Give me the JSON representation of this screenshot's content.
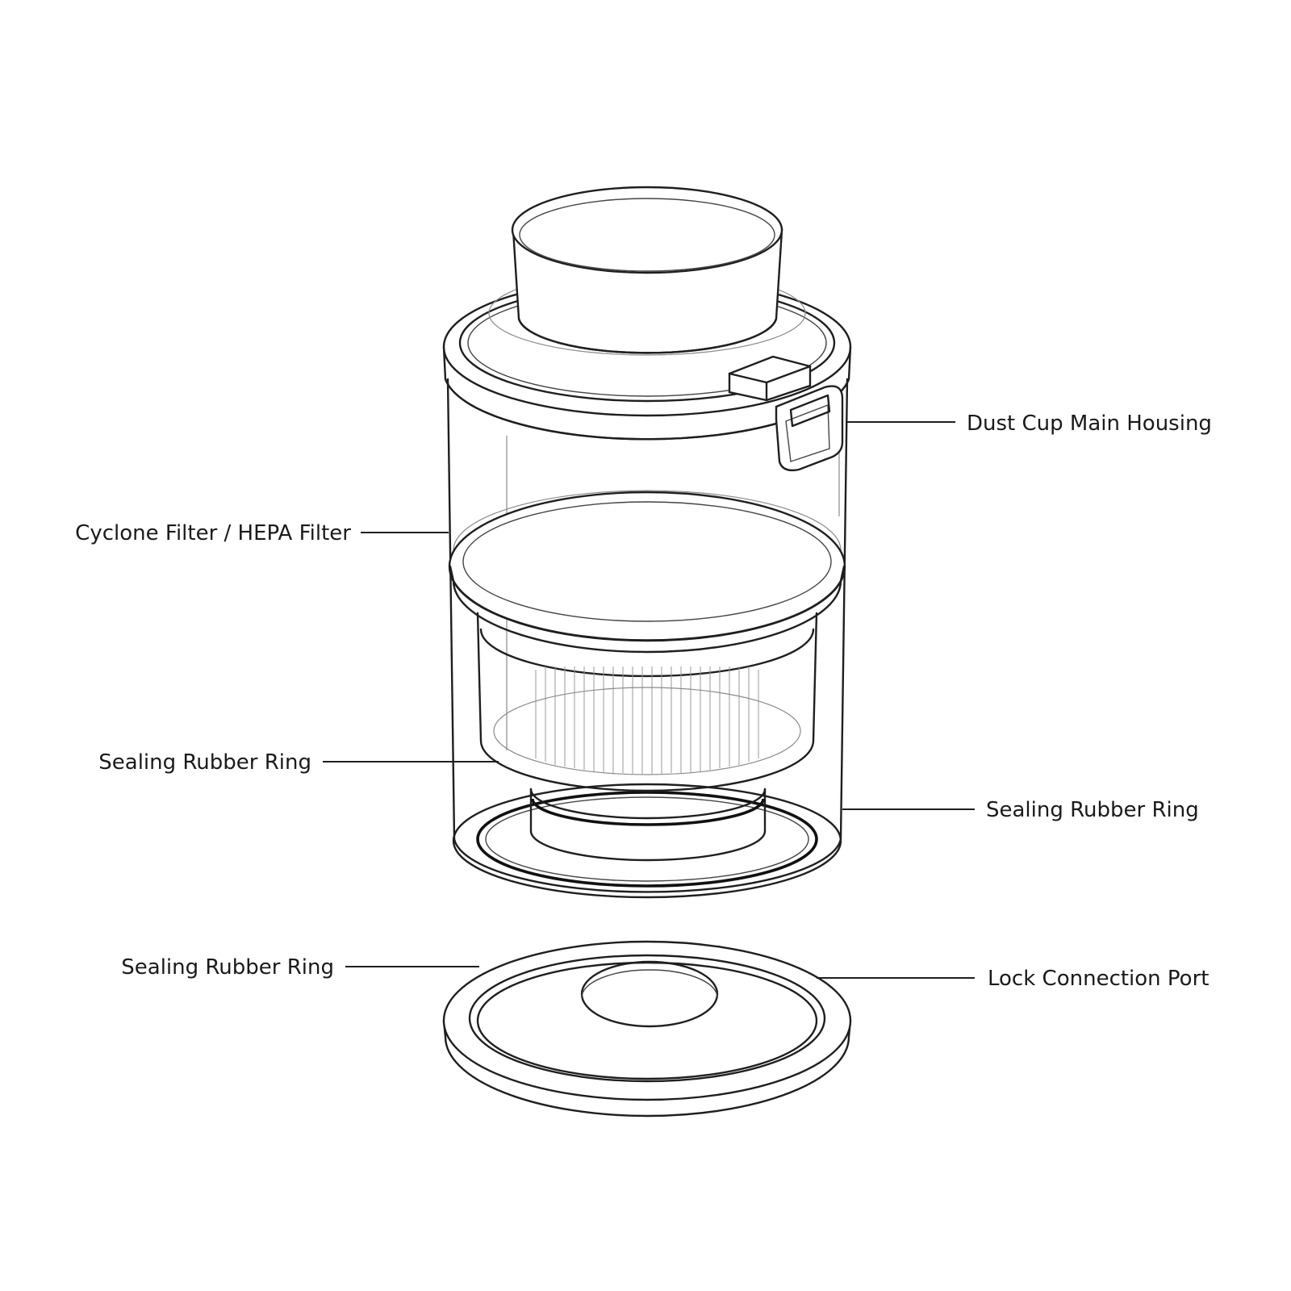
{
  "labels": {
    "dust_cup_main_housing": "Dust Cup Main Housing",
    "cyclone_filter": "Cyclone Filter / HEPA Filter",
    "sealing_ring_left": "Sealing Rubber Ring",
    "sealing_ring_right": "Sealing Rubber Ring",
    "sealing_ring_bottom": "Sealing Rubber Ring",
    "lock_connection_port": "Lock Connection Port"
  },
  "colors": {
    "line": "#1f1f1f",
    "background": "#ffffff"
  }
}
